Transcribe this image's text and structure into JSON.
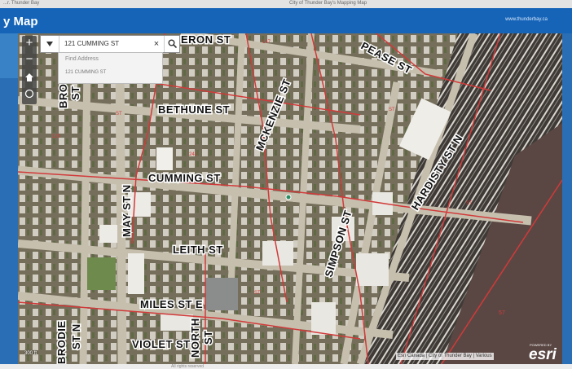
{
  "browser": {
    "tab_left": "...r. Thunder Bay",
    "tab_center": "City of Thunder Bay's Mapping Map"
  },
  "header": {
    "title": "y Map",
    "link": "www.thunderbay.ca"
  },
  "zoom": {
    "in": "+",
    "out": "−"
  },
  "search": {
    "value": "121 CUMMING ST",
    "clear": "×",
    "suggestions": [
      "Find Address",
      "121 CUMMING ST"
    ]
  },
  "streets": {
    "eron": "ERON ST",
    "pease": "PEASE ST",
    "bethune": "BETHUNE ST",
    "mckenzie": "MCKENZIE ST",
    "bro": "BRO",
    "bro_st": "ST",
    "cumming": "CUMMING ST",
    "may": "MAY ST N",
    "simpson": "SIMPSON ST",
    "hardisty": "HARDISTY ST N",
    "leith": "LEITH ST",
    "miles": "MILES ST E",
    "brodie": "BRODIE",
    "brodie_st_n": "ST N",
    "violet": "VIOLET ST",
    "north": "NORTH",
    "north_st": "ST"
  },
  "parcel_label": "57",
  "attribution": "Esri Canada | City of Thunder Bay | Various",
  "esri": {
    "powered": "POWERED BY",
    "logo": "esri"
  },
  "scale": "300 ft",
  "footer_text": "All rights reserved",
  "colors": {
    "header": "#1564b8",
    "parcel_line": "#d13a3a",
    "road": "#c6bfae",
    "railyard": "#3f3a36"
  }
}
